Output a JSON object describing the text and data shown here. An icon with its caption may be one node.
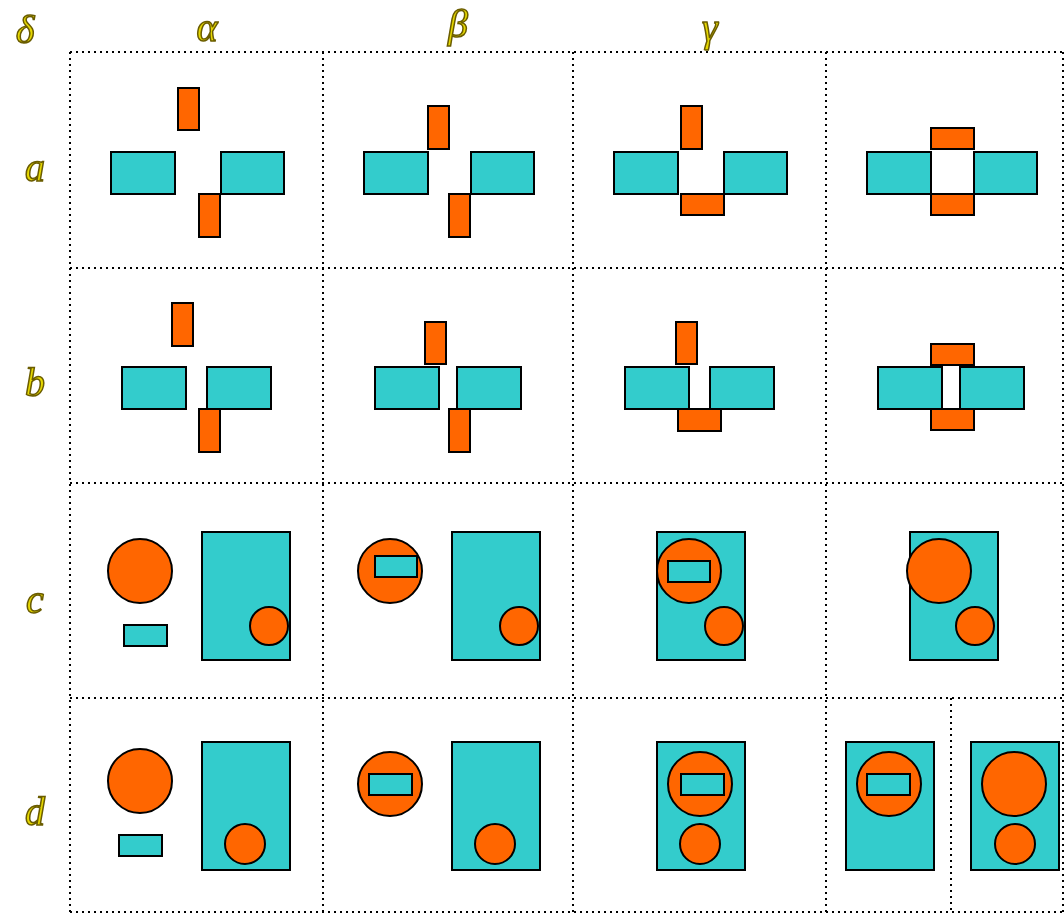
{
  "diagram": {
    "labels": [
      "δ",
      "α",
      "β",
      "γ",
      "a",
      "b",
      "c",
      "d"
    ]
  }
}
